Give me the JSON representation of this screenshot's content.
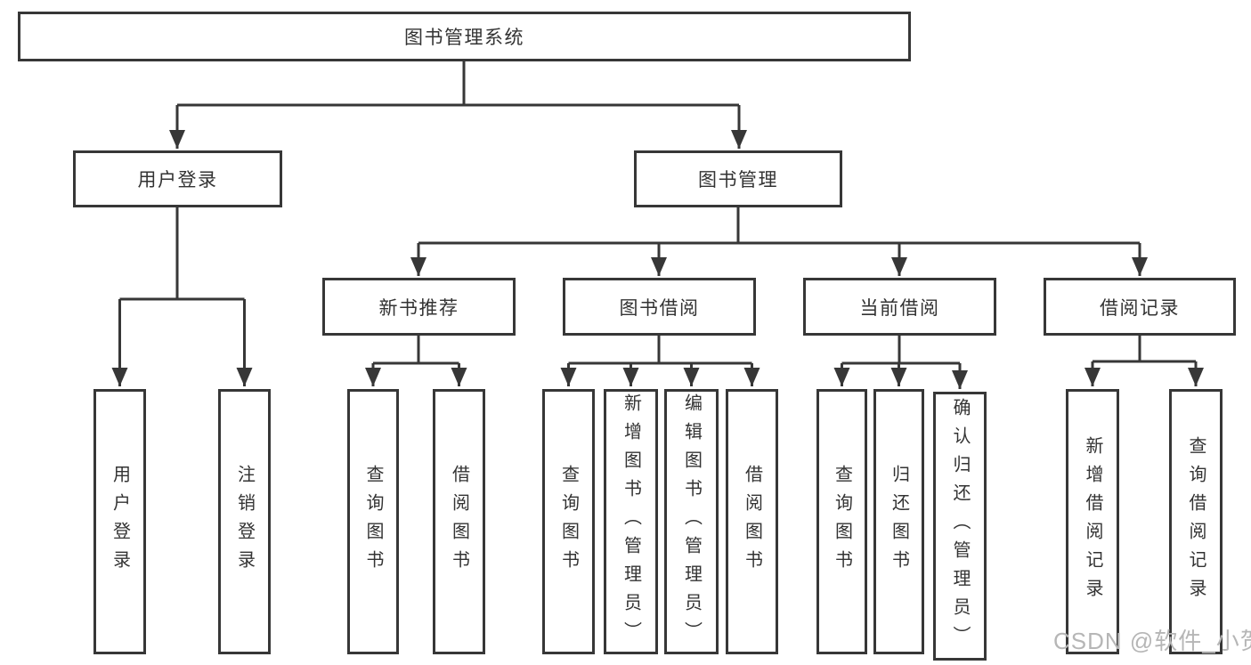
{
  "diagram": {
    "title": "图书管理系统",
    "level2": [
      {
        "label": "用户登录"
      },
      {
        "label": "图书管理"
      }
    ],
    "level3": [
      {
        "label": "新书推荐"
      },
      {
        "label": "图书借阅"
      },
      {
        "label": "当前借阅"
      },
      {
        "label": "借阅记录"
      }
    ],
    "leaves": {
      "user_login": [
        "用户登录",
        "注销登录"
      ],
      "new_book_rec": [
        "查询图书",
        "借阅图书"
      ],
      "book_borrow": [
        "查询图书",
        "新增图书（管理员）",
        "编辑图书（管理员）",
        "借阅图书"
      ],
      "current_borrow": [
        "查询图书",
        "归还图书",
        "确认归还（管理员）"
      ],
      "borrow_records": [
        "新增借阅记录",
        "查询借阅记录"
      ]
    }
  },
  "watermark": {
    "text": "CSDN @软件_小贺同学"
  },
  "colors": {
    "line": "#373737",
    "text": "#333333",
    "watermark": "#b6b6b6",
    "background": "#ffffff"
  }
}
